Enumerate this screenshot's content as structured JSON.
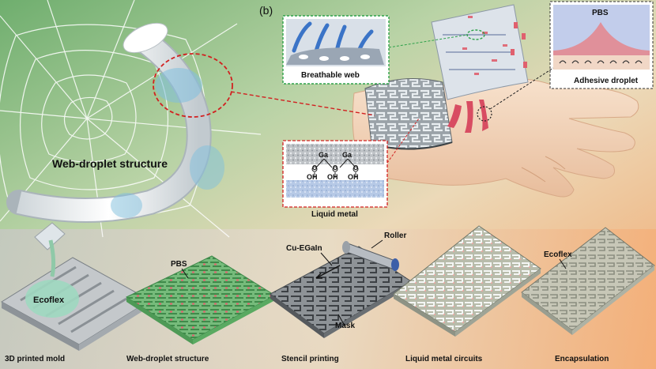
{
  "panel_label": "(b)",
  "labels": {
    "breathable_web": "Breathable web",
    "adhesive_droplet": "Adhesive droplet",
    "pbs_top": "PBS",
    "web_droplet_structure_main": "Web-droplet structure",
    "liquid_metal": "Liquid metal",
    "ga_left": "Ga",
    "ga_right": "Ga",
    "oh_1": "OH",
    "oh_2": "OH",
    "oh_3": "OH",
    "o_1": "O",
    "o_2": "O",
    "o_3": "O",
    "ecoflex_drop": "Ecoflex",
    "pbs_green": "PBS",
    "cu_egain": "Cu-EGaIn",
    "roller": "Roller",
    "mask": "Mask",
    "ecoflex_encap": "Ecoflex"
  },
  "steps": [
    "3D printed mold",
    "Web-droplet structure",
    "Stencil printing",
    "Liquid metal circuits",
    "Encapsulation"
  ],
  "colors": {
    "web_green": "#7fbf7a",
    "pbs_pink": "#e0606e",
    "skin": "#f3d6bf",
    "circuit_silver": "#a9aeb4",
    "mold_gray": "#b9bdc0",
    "blue_ring": "#7fc0de",
    "red_highlight": "#d22020"
  }
}
